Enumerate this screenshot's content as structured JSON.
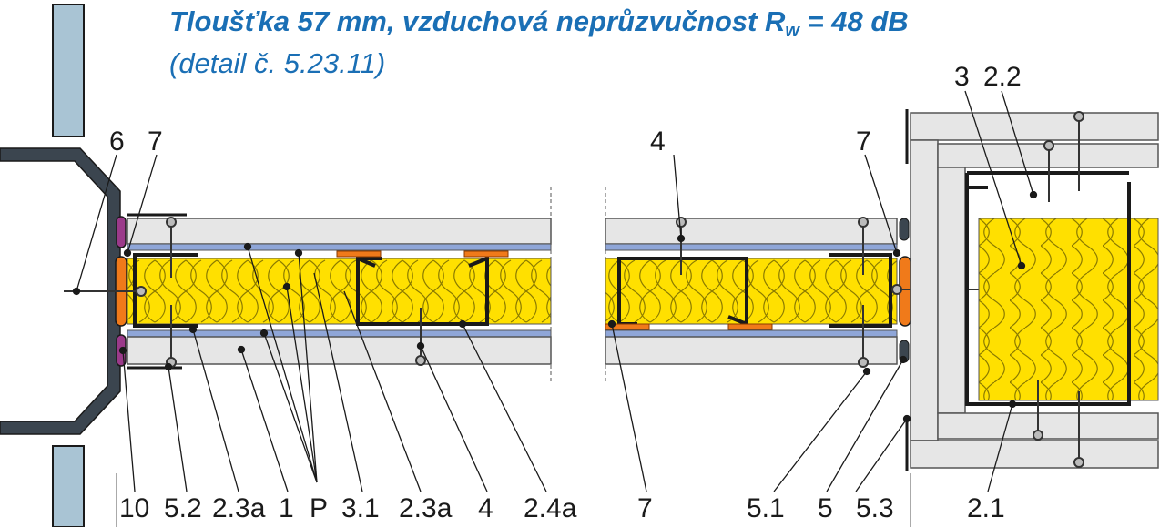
{
  "title": {
    "main": "Tloušťka 57 mm, vzduchová neprůzvučnost R",
    "sub": "w",
    "value": " = 48 dB",
    "detail": "(detail č. 5.23.11)"
  },
  "labels_top": {
    "l6": "6",
    "l7a": "7",
    "l4": "4",
    "l7b": "7",
    "l3": "3",
    "l22": "2.2"
  },
  "labels_bottom": {
    "l10": "10",
    "l52": "5.2",
    "l23a1": "2.3a",
    "l1": "1",
    "lP": "P",
    "l31": "3.1",
    "l23a2": "2.3a",
    "l4b": "4",
    "l24a": "2.4a",
    "l7c": "7",
    "l51": "5.1",
    "l5": "5",
    "l53": "5.3",
    "l21": "2.1"
  },
  "colors": {
    "title": "#1a6fb5",
    "insulation": "#ffe000",
    "board": "#e6e6e6",
    "blue_strip": "#8fa6d8",
    "profile": "#1a1a1a",
    "sealant_orange": "#f07a1a",
    "sealant_purple": "#9b3a8a",
    "wall_blue": "#a9c4d4",
    "steel": "#3b454f"
  }
}
